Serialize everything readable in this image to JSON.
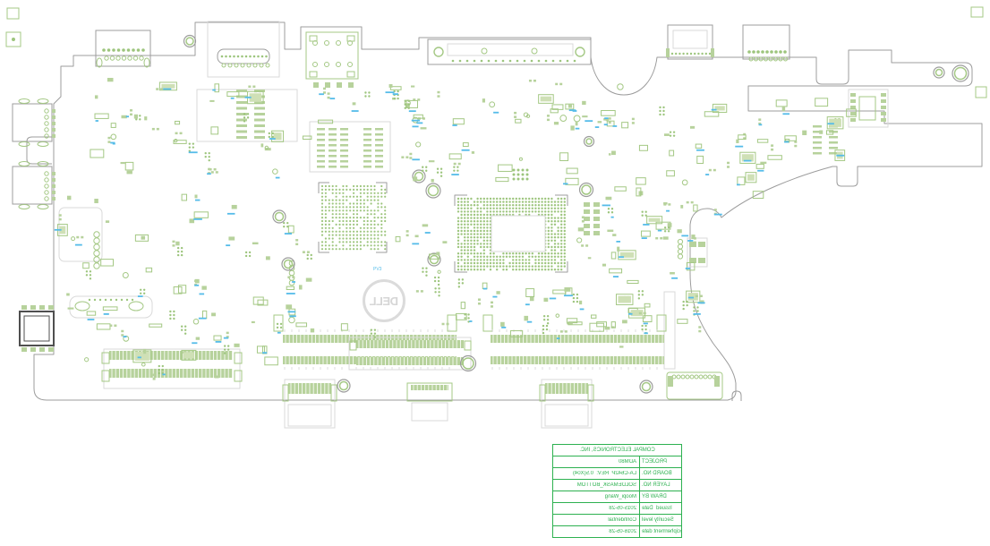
{
  "colors": {
    "board_outline": "#9c9c9c",
    "faint_outline": "#d9d9d9",
    "component_green": "#a4c884",
    "component_fill": "#cfe0b6",
    "component_fill_med": "#b7d29c",
    "dense_green": "#9dc57d",
    "designator_blue": "#55bce9",
    "table_green": "#2db150",
    "dark_connector": "#4f4f4f",
    "logo_gray": "#d6d6d6",
    "background": "#ffffff"
  },
  "logo": {
    "text": "DELL"
  },
  "pv_label": "PV3",
  "title_block": {
    "company": "COMPAL ELECTRONICS, INC.",
    "rows": [
      {
        "label": "PROJECT",
        "value": "ADM80"
      },
      {
        "label": "BOARD NO.",
        "value": "LA-C642P  REV:  0.5(X04)"
      },
      {
        "label": "LAYER NO.",
        "value": "SOLDEMASK_BOTTOM"
      },
      {
        "label": "DRAW BY",
        "value": "Moopi_Wang"
      },
      {
        "label": "Issued  Date",
        "value": "2015-05-28"
      },
      {
        "label": "Security level",
        "value": "Confidential"
      },
      {
        "label": "Decipherment date",
        "value": "2016-05-28"
      }
    ]
  }
}
